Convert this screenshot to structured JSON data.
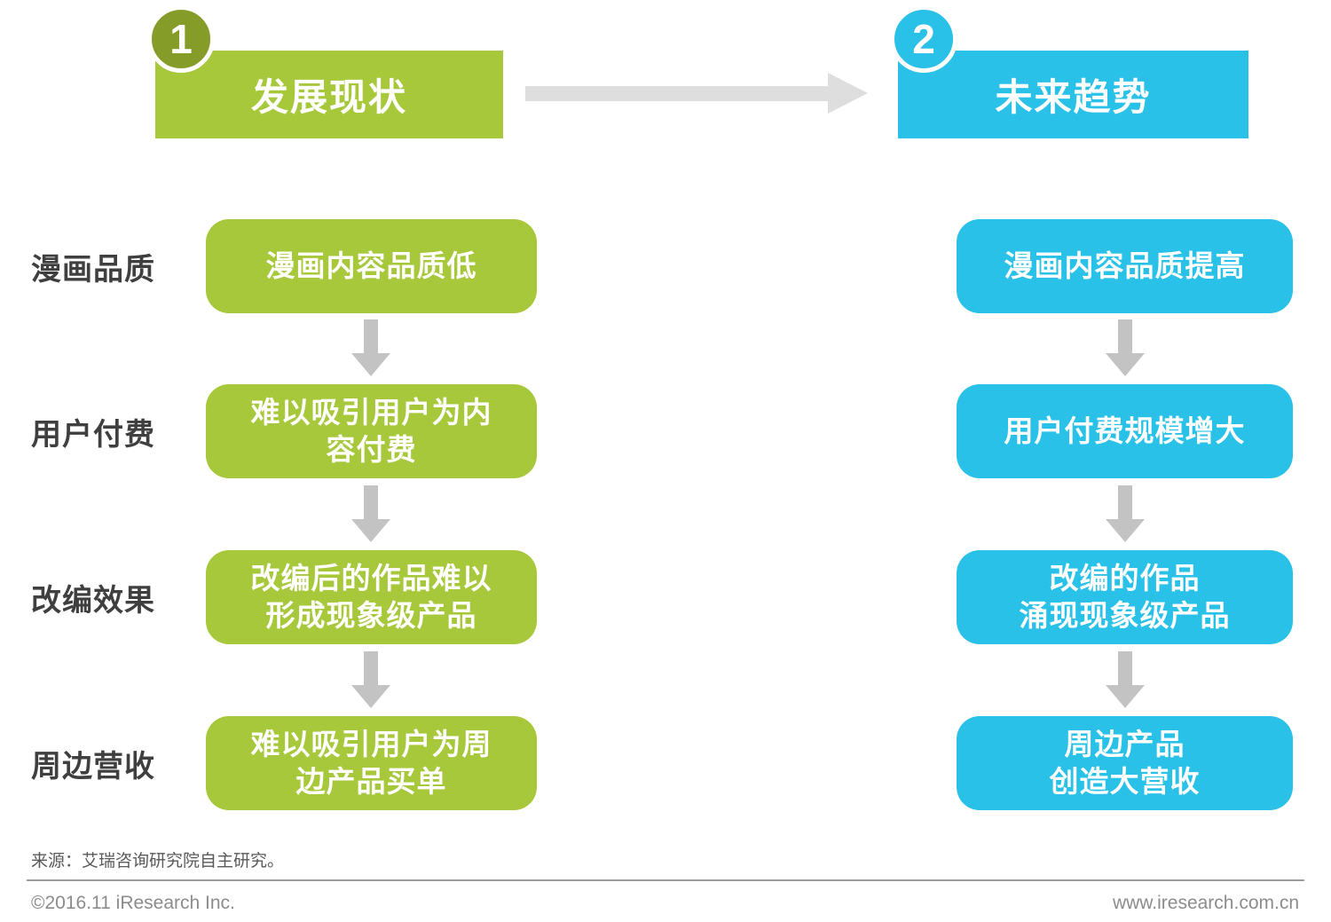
{
  "colors": {
    "green": "#a7c83b",
    "green_dark": "#859c28",
    "blue": "#29c1e8",
    "horizontal_arrow": "#dedede",
    "vertical_arrow": "#c3c3c3",
    "label_text": "#3f3f3f",
    "footer_text": "#8c8c8c"
  },
  "headers": {
    "left": {
      "number": "1",
      "title": "发展现状"
    },
    "right": {
      "number": "2",
      "title": "未来趋势"
    }
  },
  "rows": [
    {
      "label": "漫画品质",
      "left": "漫画内容品质低",
      "right": "漫画内容品质提高"
    },
    {
      "label": "用户付费",
      "left": "难以吸引用户为内\n容付费",
      "right": "用户付费规模增大"
    },
    {
      "label": "改编效果",
      "left": "改编后的作品难以\n形成现象级产品",
      "right": "改编的作品\n涌现现象级产品"
    },
    {
      "label": "周边营收",
      "left": "难以吸引用户为周\n边产品买单",
      "right": "周边产品\n创造大营收"
    }
  ],
  "footer": {
    "source": "来源：艾瑞咨询研究院自主研究。",
    "copyright": "©2016.11 iResearch  Inc.",
    "website": "www.iresearch.com.cn"
  }
}
